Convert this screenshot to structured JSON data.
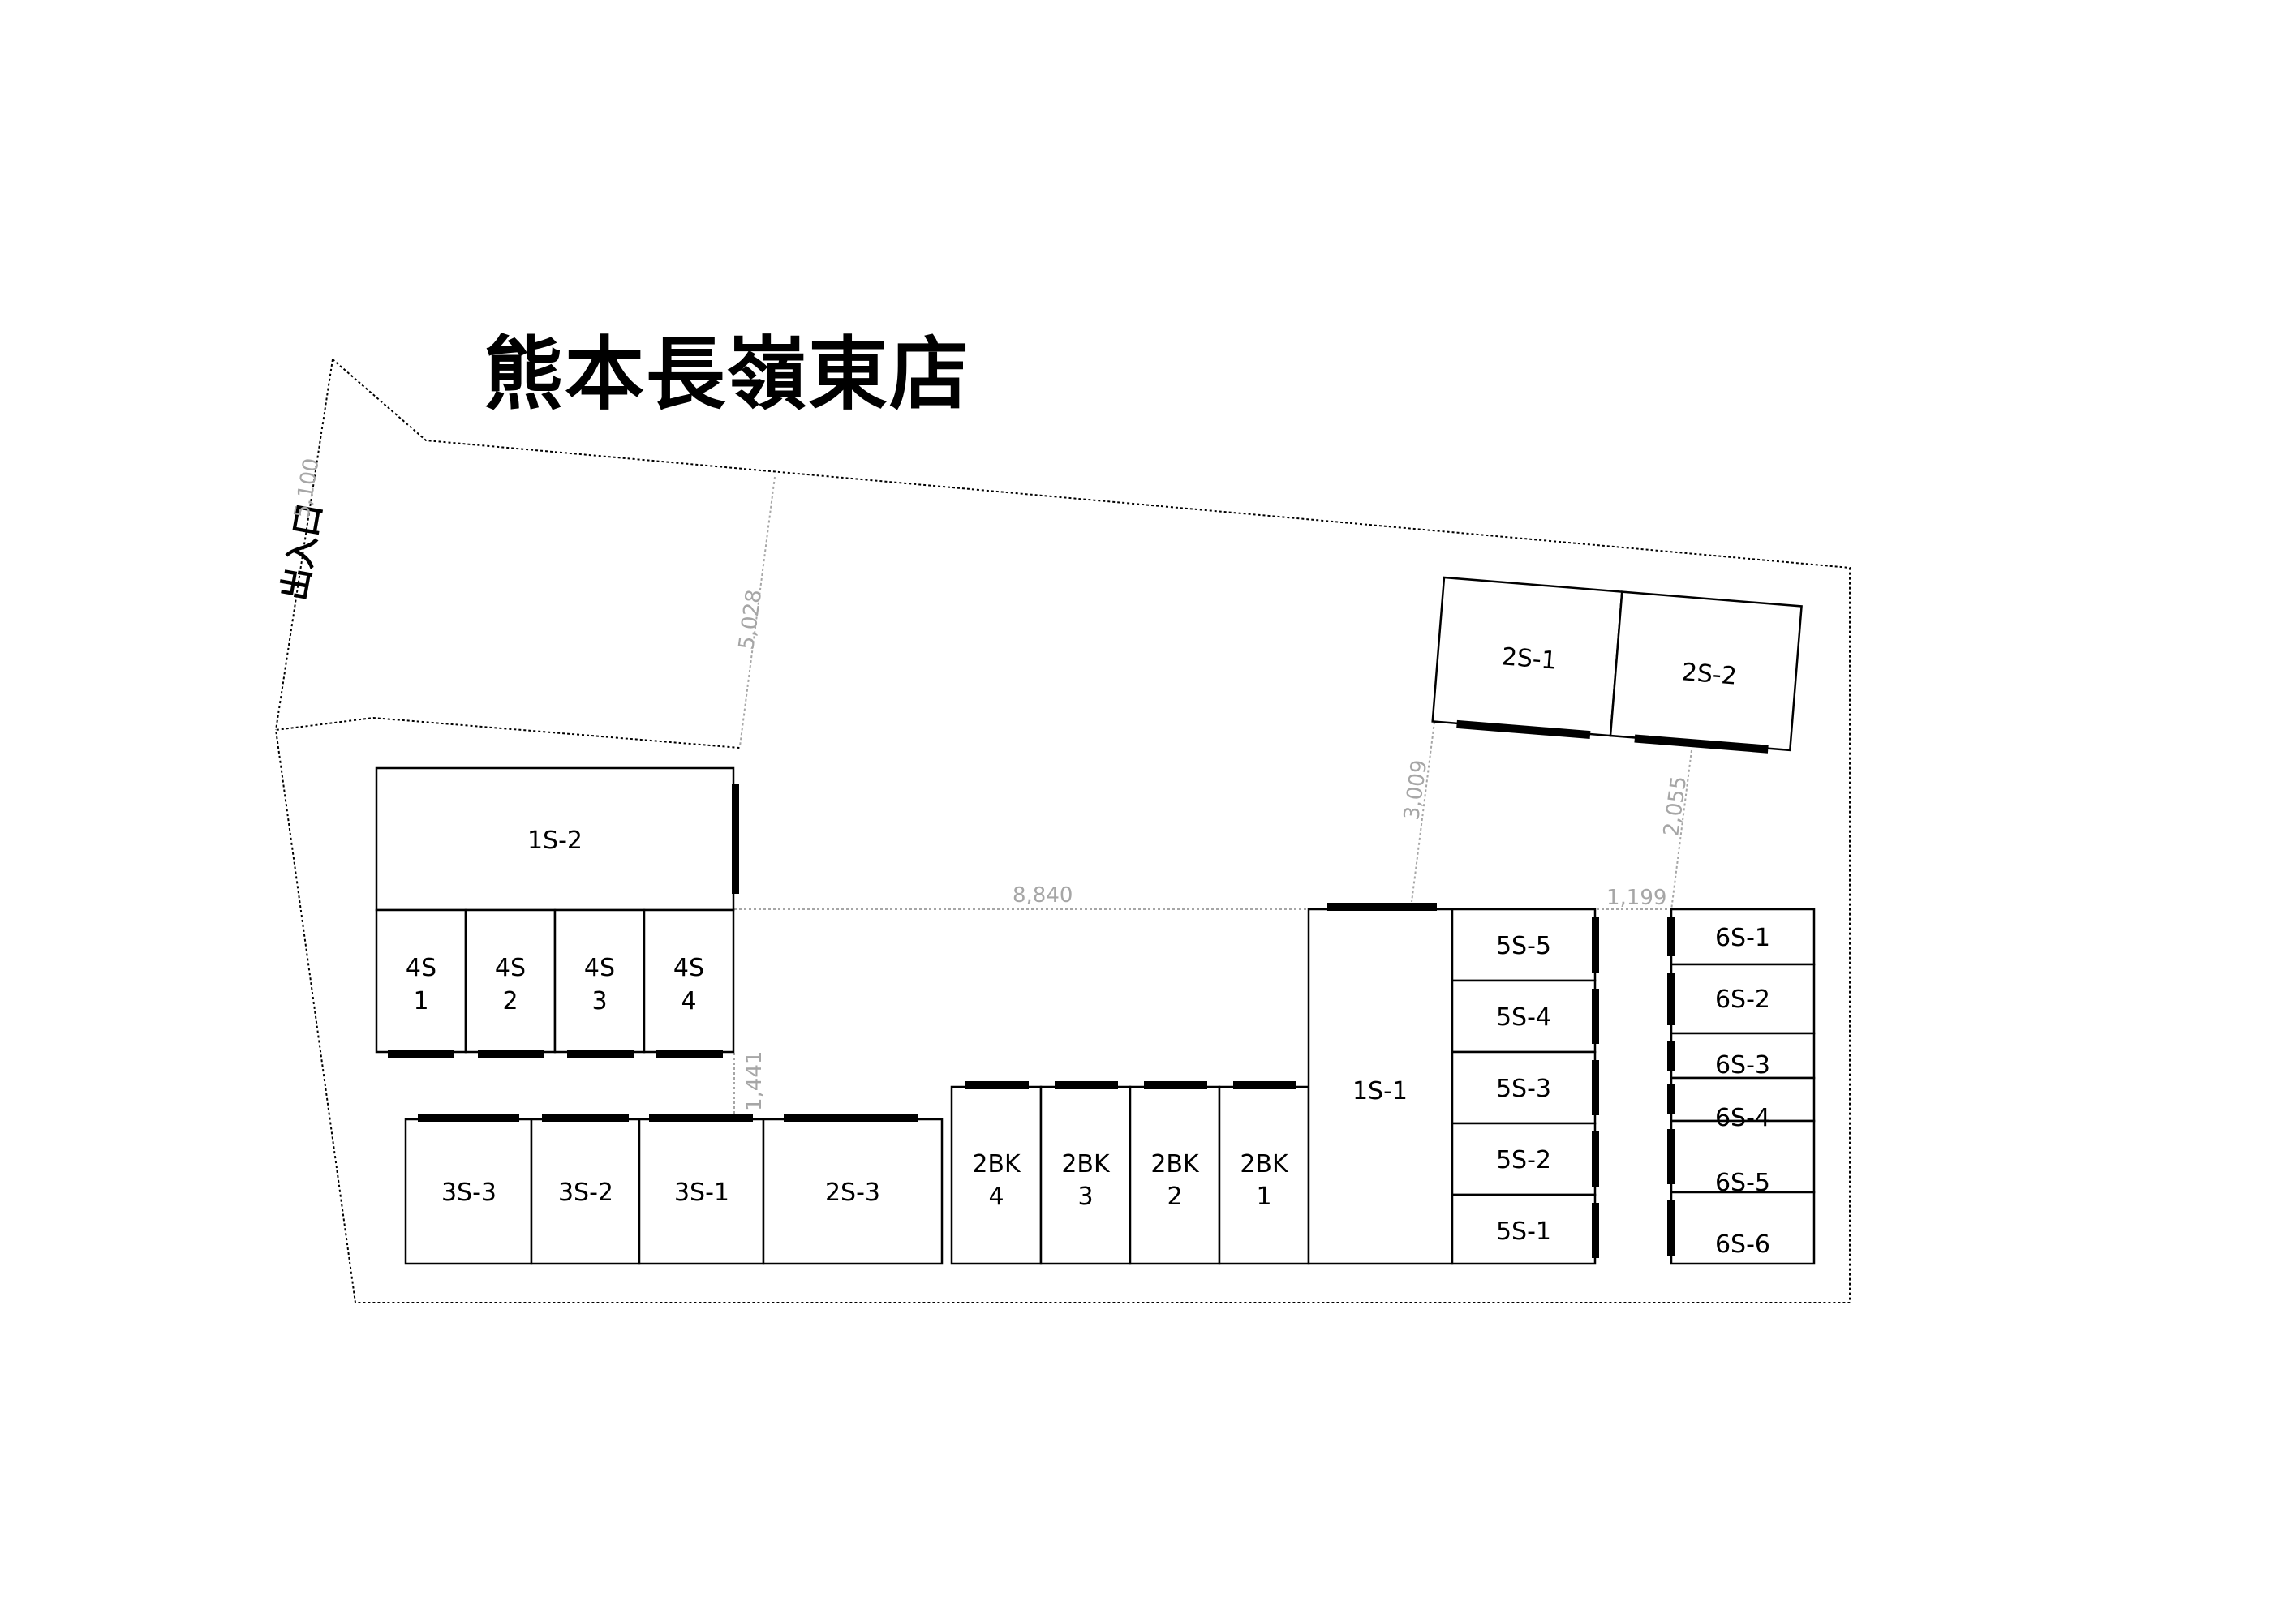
{
  "title": "熊本長嶺東店",
  "entrance_label": "出入口",
  "dimensions": {
    "d1": "5,100",
    "d2": "5,028",
    "d3": "8,840",
    "d4": "1,441",
    "d5": "3,009",
    "d6": "2,055",
    "d7": "1,199"
  },
  "units": {
    "s1_2": "1S-2",
    "s4_1": [
      "4S",
      "1"
    ],
    "s4_2": [
      "4S",
      "2"
    ],
    "s4_3": [
      "4S",
      "3"
    ],
    "s4_4": [
      "4S",
      "4"
    ],
    "s3_3": "3S-3",
    "s3_2": "3S-2",
    "s3_1": "3S-1",
    "s2_3": "2S-3",
    "bk4": [
      "2BK",
      "4"
    ],
    "bk3": [
      "2BK",
      "3"
    ],
    "bk2": [
      "2BK",
      "2"
    ],
    "bk1": [
      "2BK",
      "1"
    ],
    "s1_1": "1S-1",
    "s5_5": "5S-5",
    "s5_4": "5S-4",
    "s5_3": "5S-3",
    "s5_2": "5S-2",
    "s5_1": "5S-1",
    "s6_1": "6S-1",
    "s6_2": "6S-2",
    "s6_3": "6S-3",
    "s6_4": "6S-4",
    "s6_5": "6S-5",
    "s6_6": "6S-6",
    "s2_1": "2S-1",
    "s2_2": "2S-2"
  },
  "colors": {
    "line": "#000000",
    "dimension": "#a6a6a6",
    "door": "#000000"
  }
}
